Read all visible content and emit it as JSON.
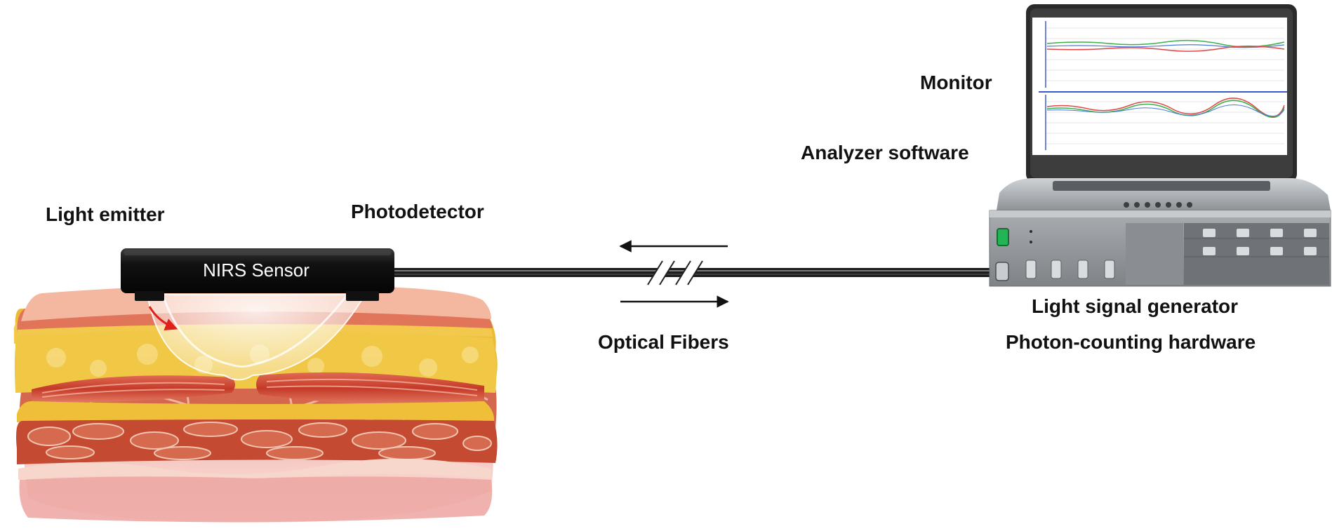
{
  "labels": {
    "light_emitter": "Light emitter",
    "photodetector": "Photodetector",
    "nirs_sensor": "NIRS Sensor",
    "optical_fibers": "Optical Fibers",
    "monitor": "Monitor",
    "analyzer_software": "Analyzer software",
    "light_signal_generator": "Light signal generator",
    "photon_counting_hardware": "Photon-counting hardware"
  },
  "colors": {
    "sensor_body": "#141414",
    "fiber": "#1c1c1c",
    "tissue_fat": "#f0c23c",
    "tissue_muscle": "#c8432c",
    "tissue_skin": "#f4b8a0",
    "light_path_arrow": "#e0201a",
    "trace_green": "#3cb04a",
    "trace_red": "#e04848",
    "trace_blue": "#4a78d8"
  }
}
